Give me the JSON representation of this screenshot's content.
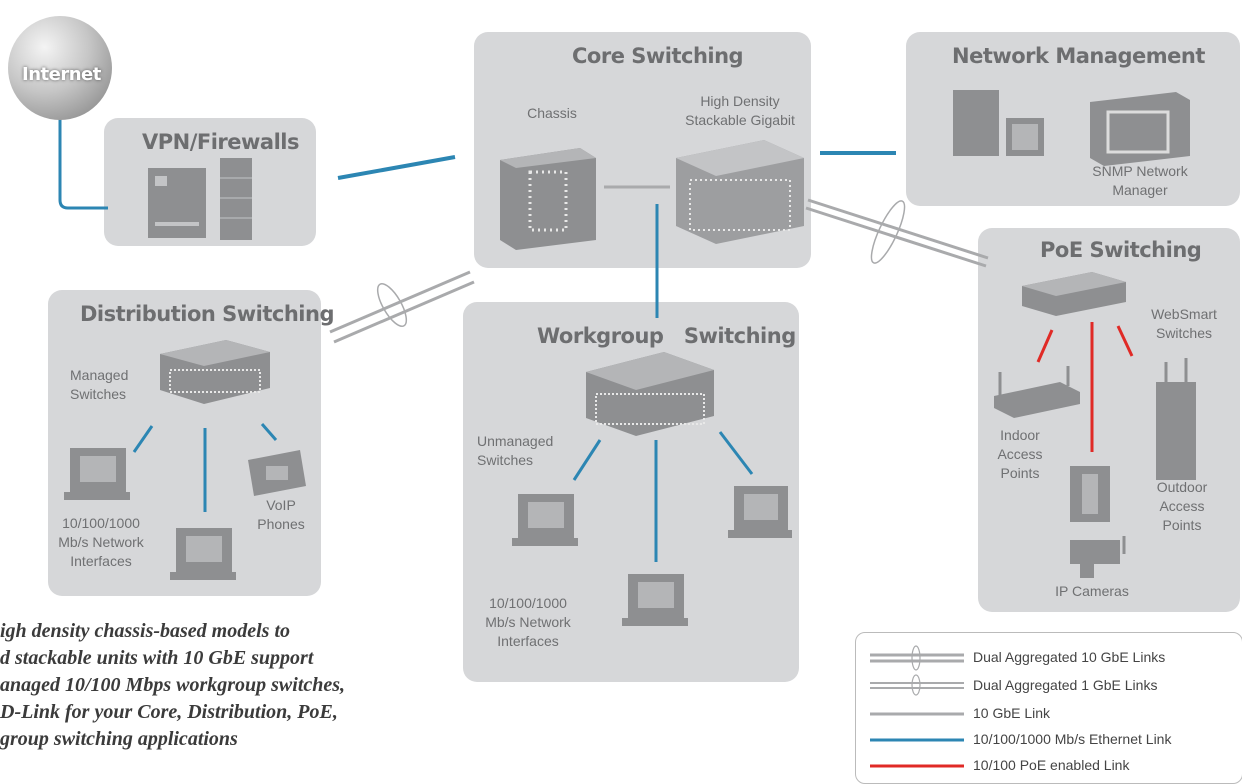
{
  "internet": {
    "label": "Internet"
  },
  "vpn": {
    "title": "VPN/Firewalls"
  },
  "core": {
    "title": "Core Switching",
    "chassis_label": "Chassis",
    "stackable_label": "High Density\nStackable Gigabit"
  },
  "netmgmt": {
    "title": "Network Management",
    "snmp_label": "SNMP Network\nManager"
  },
  "distribution": {
    "title": "Distribution Switching",
    "managed_label": "Managed\nSwitches",
    "nic_label": "10/100/1000\nMb/s Network\nInterfaces",
    "voip_label": "VoIP\nPhones"
  },
  "workgroup": {
    "title": "Workgroup   Switching",
    "unmanaged_label": "Unmanaged\nSwitches",
    "nic_label": "10/100/1000\nMb/s Network\nInterfaces"
  },
  "poe": {
    "title": "PoE Switching",
    "websmart_label": "WebSmart\nSwitches",
    "indoor_label": "Indoor\nAccess\nPoints",
    "outdoor_label": "Outdoor\nAccess\nPoints",
    "cameras_label": "IP Cameras"
  },
  "caption": {
    "lines": [
      "igh density chassis-based models to",
      "d stackable units with 10 GbE support",
      "anaged 10/100 Mbps workgroup switches,",
      "D-Link for your Core, Distribution, PoE,",
      "group switching applications"
    ]
  },
  "legend": {
    "items": [
      {
        "label": "Dual Aggregated 10 GbE Links",
        "color": "#a9aaac",
        "style": "dual-loop"
      },
      {
        "label": "Dual Aggregated 1 GbE Links",
        "color": "#a9aaac",
        "style": "dual-loop"
      },
      {
        "label": "10 GbE Link",
        "color": "#a9aaac",
        "style": "single"
      },
      {
        "label": "10/100/1000 Mb/s Ethernet Link",
        "color": "#2c86b3",
        "style": "single"
      },
      {
        "label": "10/100 PoE enabled Link",
        "color": "#e02a26",
        "style": "single"
      }
    ]
  },
  "colors": {
    "panel": "#d6d7d9",
    "ethernet": "#2c86b3",
    "poe": "#e02a26",
    "gbe": "#a9aaac"
  }
}
